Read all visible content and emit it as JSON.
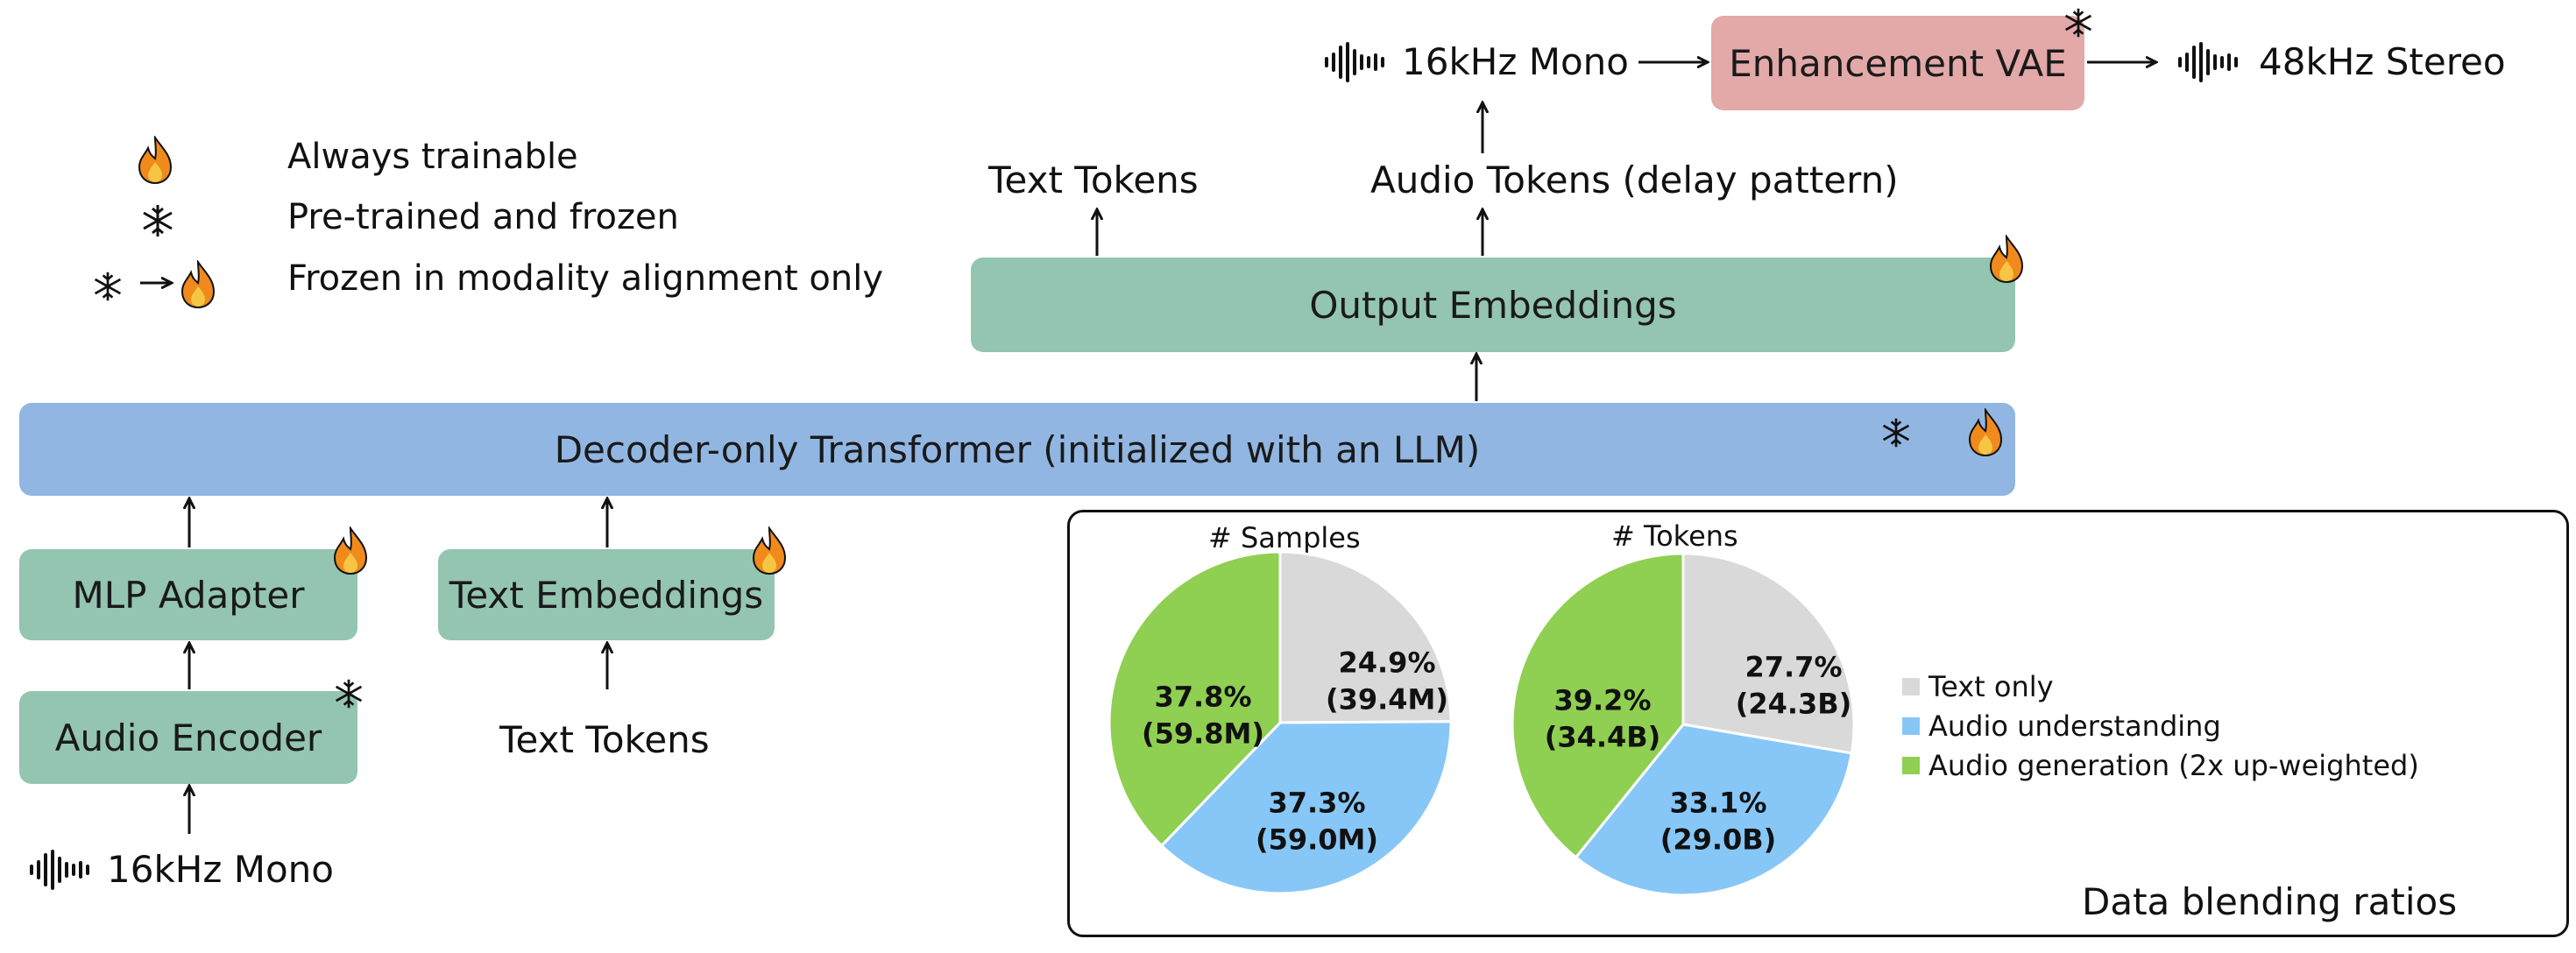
{
  "legend": {
    "always_trainable": "Always trainable",
    "pretrained_frozen": "Pre-trained and frozen",
    "frozen_alignment": "Frozen in modality alignment only"
  },
  "top": {
    "input_audio": "16kHz Mono",
    "enhancement_vae": "Enhancement VAE",
    "output_audio": "48kHz Stereo"
  },
  "outputs": {
    "text_tokens": "Text Tokens",
    "audio_tokens": "Audio Tokens (delay pattern)"
  },
  "boxes": {
    "output_embeddings": "Output Embeddings",
    "transformer": "Decoder-only Transformer (initialized with an LLM)",
    "mlp_adapter": "MLP Adapter",
    "text_embeddings": "Text Embeddings",
    "audio_encoder": "Audio Encoder"
  },
  "inputs": {
    "text_tokens": "Text Tokens",
    "audio": "16kHz Mono"
  },
  "colors": {
    "green_box": "#93c5b0",
    "blue_box": "#91b6e2",
    "pink_box": "#e2a9a8",
    "text_only": "#d9d9d9",
    "audio_understanding": "#87c7f7",
    "audio_generation": "#8fcf51"
  },
  "icons": {
    "trainable": "flame-icon",
    "frozen": "snowflake-icon",
    "waveform": "waveform-icon"
  },
  "chart_data": [
    {
      "type": "pie",
      "title": "# Samples",
      "categories": [
        "Text only",
        "Audio understanding",
        "Audio generation (2x up-weighted)"
      ],
      "values": [
        24.9,
        37.3,
        37.8
      ],
      "labels": [
        [
          "24.9%",
          "(39.4M)"
        ],
        [
          "37.3%",
          "(59.0M)"
        ],
        [
          "37.8%",
          "(59.8M)"
        ]
      ]
    },
    {
      "type": "pie",
      "title": "# Tokens",
      "categories": [
        "Text only",
        "Audio understanding",
        "Audio generation (2x up-weighted)"
      ],
      "values": [
        27.7,
        33.1,
        39.2
      ],
      "labels": [
        [
          "27.7%",
          "(24.3B)"
        ],
        [
          "33.1%",
          "(29.0B)"
        ],
        [
          "39.2%",
          "(34.4B)"
        ]
      ]
    }
  ],
  "pie_legend": [
    "Text only",
    "Audio understanding",
    "Audio generation (2x up-weighted)"
  ],
  "panel_title": "Data blending ratios"
}
